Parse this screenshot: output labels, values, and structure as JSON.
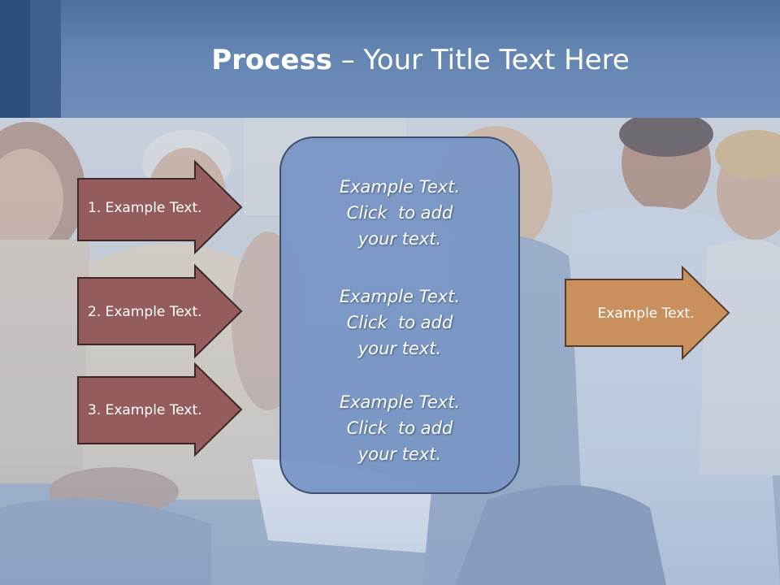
{
  "title": {
    "bold": "Process",
    "rest": " – Your Title Text Here"
  },
  "steps": [
    {
      "label": "1. Example Text."
    },
    {
      "label": "2. Example Text."
    },
    {
      "label": "3. Example Text."
    }
  ],
  "center_box": {
    "blocks": [
      {
        "lines": [
          "Example Text.",
          "Click  to add",
          "your text."
        ]
      },
      {
        "lines": [
          "Example Text.",
          "Click  to add",
          "your text."
        ]
      },
      {
        "lines": [
          "Example Text.",
          "Click  to add",
          "your text."
        ]
      }
    ]
  },
  "output": {
    "label": "Example Text."
  },
  "colors": {
    "header": "#6585b2",
    "step_arrow_fill": "#945c5c",
    "output_arrow_fill": "#c98f5d",
    "center_box_fill": "#7896c6",
    "arrow_border": "#3c2828"
  }
}
